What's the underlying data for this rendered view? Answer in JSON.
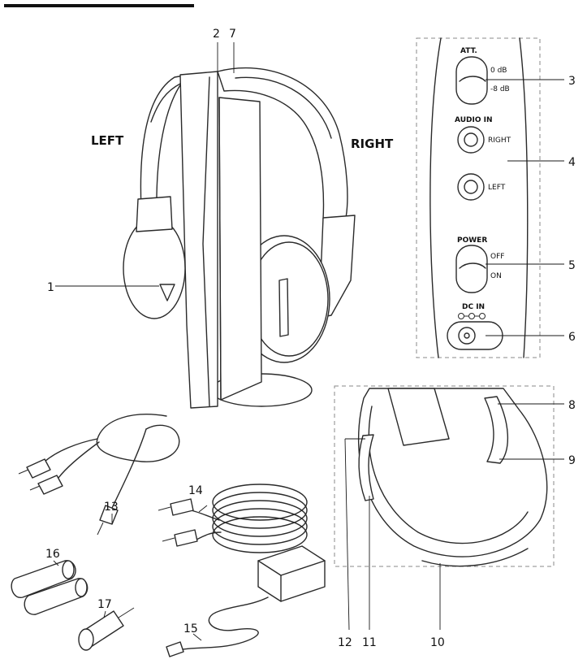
{
  "labels": {
    "left": "LEFT",
    "right": "RIGHT"
  },
  "panel": {
    "att": "ATT.",
    "att_0db": "0 dB",
    "att_8db": "-8 dB",
    "audio_in": "AUDIO IN",
    "audio_right": "RIGHT",
    "audio_left": "LEFT",
    "power": "POWER",
    "power_off": "OFF",
    "power_on": "ON",
    "dc_in": "DC IN"
  },
  "callouts": {
    "c1": "1",
    "c2": "2",
    "c3": "3",
    "c4": "4",
    "c5": "5",
    "c6": "6",
    "c7": "7",
    "c8": "8",
    "c9": "9",
    "c10": "10",
    "c11": "11",
    "c12": "12",
    "c13": "13",
    "c14": "14",
    "c15": "15",
    "c16": "16",
    "c17": "17"
  }
}
